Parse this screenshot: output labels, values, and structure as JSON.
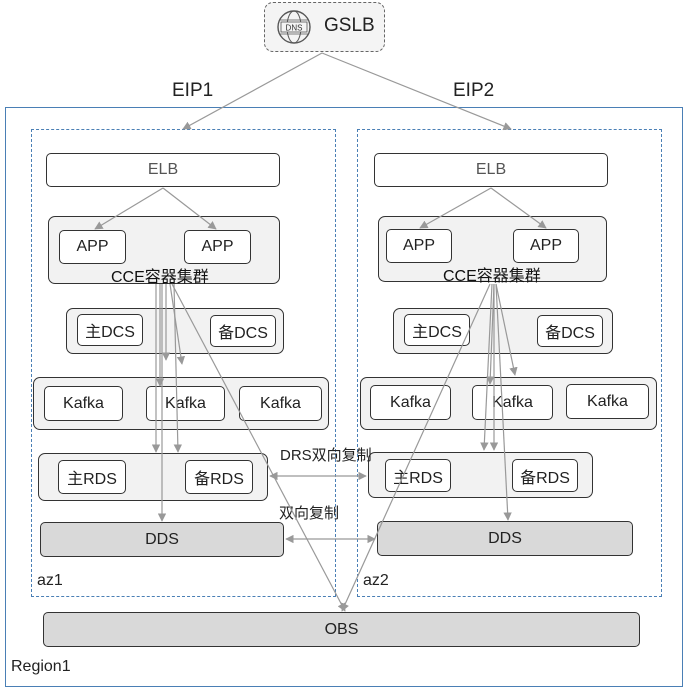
{
  "gslb": {
    "icon_text": "DNS",
    "label": "GSLB"
  },
  "eip": [
    "EIP1",
    "EIP2"
  ],
  "region": "Region1",
  "zones": [
    {
      "label": "az1",
      "elb": "ELB",
      "app": [
        "APP",
        "APP"
      ],
      "cce": "CCE容器集群",
      "dcs": [
        "主DCS",
        "备DCS"
      ],
      "kafka": [
        "Kafka",
        "Kafka",
        "Kafka"
      ],
      "rds": [
        "主RDS",
        "备RDS"
      ],
      "dds": "DDS"
    },
    {
      "label": "az2",
      "elb": "ELB",
      "app": [
        "APP",
        "APP"
      ],
      "cce": "CCE容器集群",
      "dcs": [
        "主DCS",
        "备DCS"
      ],
      "kafka": [
        "Kafka",
        "Kafka",
        "Kafka"
      ],
      "rds": [
        "主RDS",
        "备RDS"
      ],
      "dds": "DDS"
    }
  ],
  "replication": {
    "rds": "DRS双向复制",
    "dds": "双向复制"
  },
  "obs": "OBS",
  "colors": {
    "border": "#4a7fb5",
    "arrow": "#999999",
    "gray_box": "#d9d9d9",
    "group_bg": "#f2f2f2"
  }
}
